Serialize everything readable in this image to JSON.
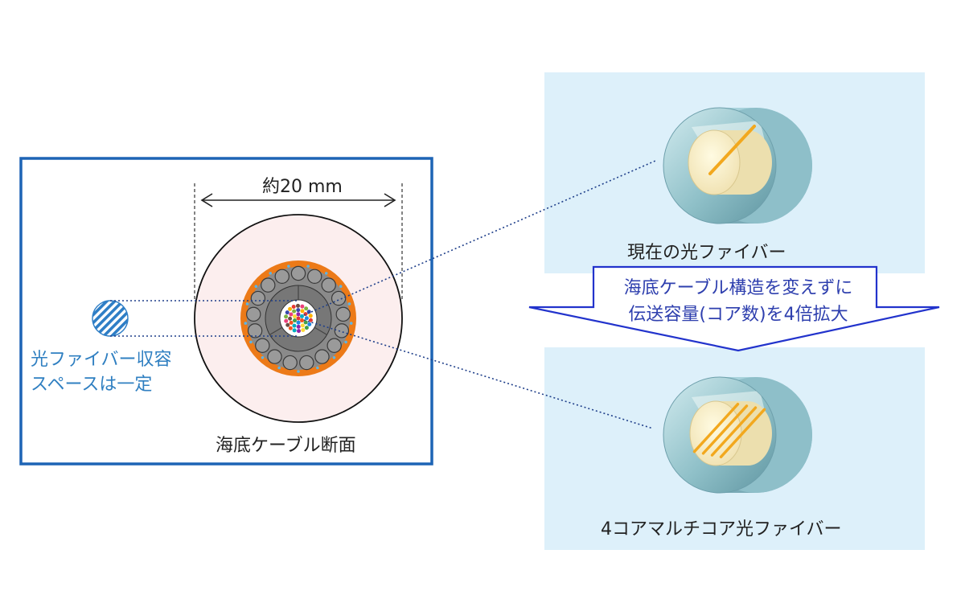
{
  "cable_section": {
    "dimension_label": "約20 mm",
    "caption": "海底ケーブル断面",
    "space_note_line1": "光ファイバー収容",
    "space_note_line2": "スペースは一定"
  },
  "fibers": {
    "current_caption": "現在の光ファイバー",
    "multicore_caption": "4コアマルチコア光ファイバー",
    "multicore_core_count": 4
  },
  "arrow": {
    "line1": "海底ケーブル構造を変えずに",
    "line2": "伝送容量(コア数)を4倍拡大"
  },
  "colors": {
    "frame_border": "#1d64b5",
    "panel_bg": "#ddf0fa",
    "arrow_outline": "#2233cc",
    "note_text": "#2f7fc1",
    "armor_orange": "#ec7a18",
    "outer_sheath": "#fceeee",
    "fiber_core": "#f2a81e"
  }
}
